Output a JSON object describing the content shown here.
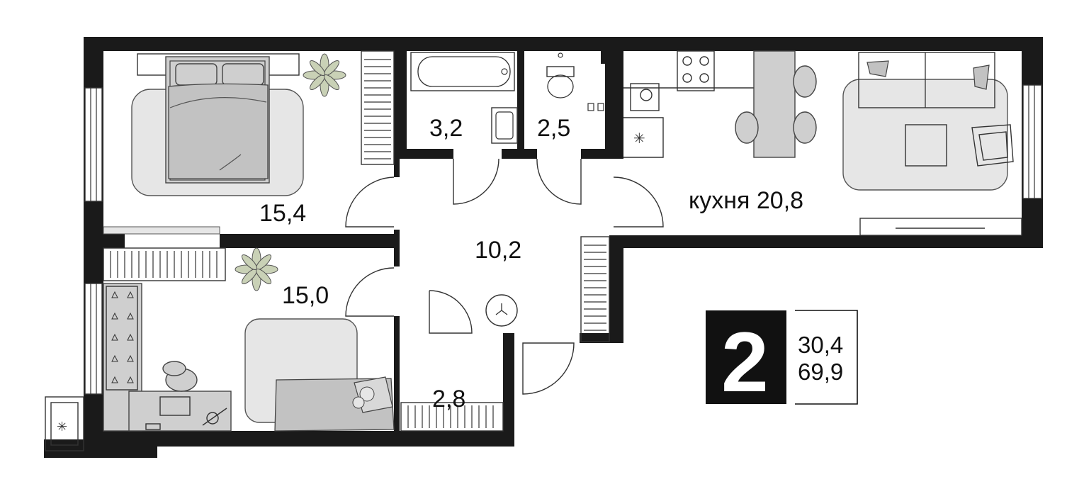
{
  "rooms": {
    "bedroom_1": "15,4",
    "bathroom": "3,2",
    "toilet": "2,5",
    "kitchen": "кухня 20,8",
    "hall": "10,2",
    "bedroom_2": "15,0",
    "storage": "2,8"
  },
  "badge": {
    "rooms_count": "2",
    "living_area": "30,4",
    "total_area": "69,9"
  },
  "colors": {
    "wall": "#1a1a1a",
    "rug": "#e6e6e6",
    "furniture_fill": "#cfcfcf",
    "badge_bg": "#111111"
  }
}
